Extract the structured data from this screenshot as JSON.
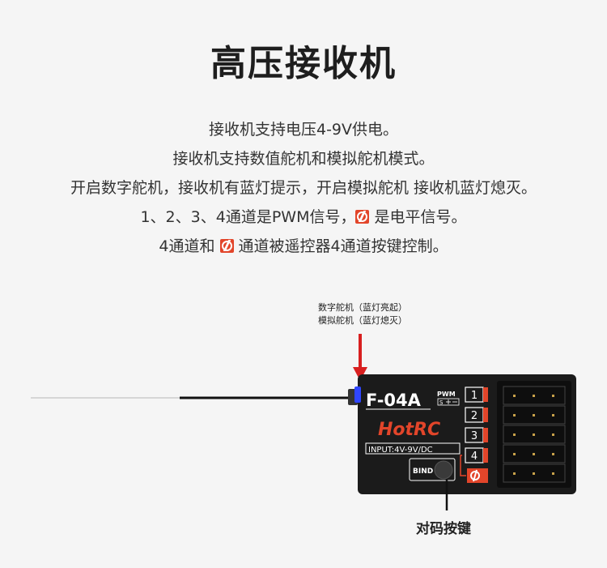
{
  "title": "高压接收机",
  "description": {
    "line1": "接收机支持电压4-9V供电。",
    "line2": "接收机支持数值舵机和模拟舵机模式。",
    "line3": "开启数字舵机，接收机有蓝灯提示，开启模拟舵机 接收机蓝灯熄灭。",
    "line4_a": "1、2、3、4通道是PWM信号，",
    "line4_b": " 是电平信号。",
    "line5_a": "4通道和 ",
    "line5_b": " 通道被遥控器4通道按键控制。"
  },
  "annotation": {
    "digital": "数字舵机（蓝灯亮起）",
    "analog": "模拟舵机（蓝灯熄灭）"
  },
  "bind_callout": "对码按键",
  "device": {
    "model": "F-04A",
    "pwm_label": "PWM",
    "brand": "HotRC",
    "input_label": "INPUT:4V-9V/DC",
    "bind_button": "BIND",
    "channels": [
      "1",
      "2",
      "3",
      "4"
    ],
    "colors": {
      "accent": "#e2452a",
      "led": "#2f46ff",
      "arrow": "#d81f1f",
      "body": "#1b1b1b"
    }
  }
}
